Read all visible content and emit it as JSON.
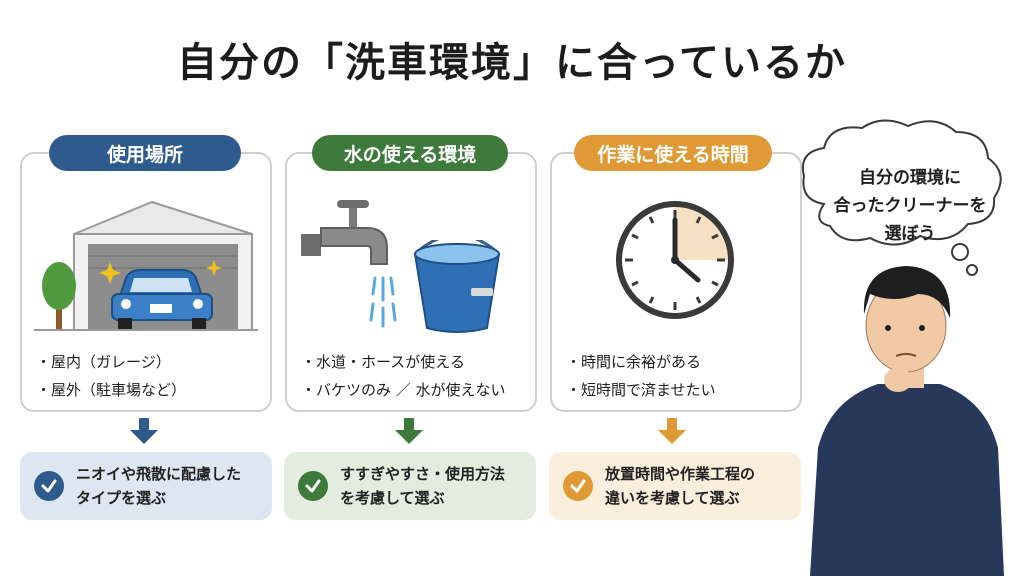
{
  "title": "自分の「洗車環境」に合っているか",
  "colors": {
    "blue": "#2e5a8d",
    "green": "#3d7a3c",
    "orange": "#df9a35"
  },
  "cards": [
    {
      "label": "使用場所",
      "items": [
        "屋内（ガレージ）",
        "屋外（駐車場など）"
      ],
      "result": "ニオイや飛散に配慮した\nタイプを選ぶ"
    },
    {
      "label": "水の使える環境",
      "items": [
        "水道・ホースが使える",
        "バケツのみ ／ 水が使えない"
      ],
      "result": "すすぎやすさ・使用方法\nを考慮して選ぶ"
    },
    {
      "label": "作業に使える時間",
      "items": [
        "時間に余裕がある",
        "短時間で済ませたい"
      ],
      "result": "放置時間や作業工程の\n違いを考慮して選ぶ"
    }
  ],
  "thought": "自分の環境に\n合ったクリーナーを\n選ぼう",
  "icons": [
    "garage-car-icon",
    "faucet-icon",
    "bucket-icon",
    "clock-icon",
    "down-arrow-icon",
    "check-circle-icon",
    "thinking-person-icon"
  ]
}
